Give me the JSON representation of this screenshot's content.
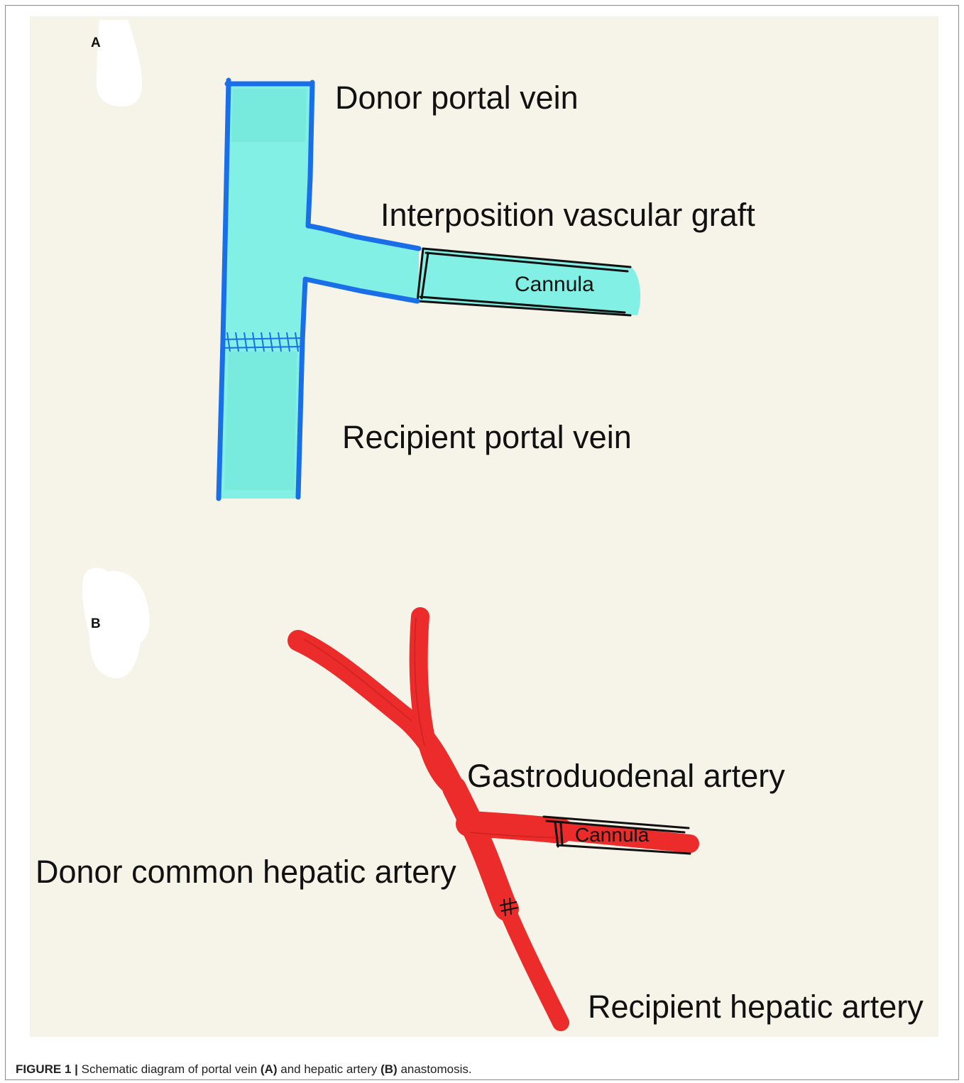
{
  "panels": {
    "a": {
      "letter": "A",
      "labels": {
        "donor_portal_vein": "Donor portal vein",
        "interposition_graft": "Interposition vascular graft",
        "cannula": "Cannula",
        "recipient_portal_vein": "Recipient portal vein"
      }
    },
    "b": {
      "letter": "B",
      "labels": {
        "gastroduodenal_artery": "Gastroduodenal artery",
        "cannula": "Cannula",
        "donor_common_hepatic_artery": "Donor common hepatic artery",
        "recipient_hepatic_artery": "Recipient hepatic artery"
      }
    }
  },
  "caption": {
    "figure_label": "FIGURE 1 |",
    "text_1": "Schematic diagram of portal vein",
    "ref_a": "(A)",
    "text_2": "and hepatic artery",
    "ref_b": "(B)",
    "text_3": "anastomosis."
  },
  "colors": {
    "background": "#f6f3e8",
    "vein_fill": "#82f0e4",
    "vein_outline": "#1a6fe8",
    "artery": "#ec2b2b",
    "cannula_outline": "#111111"
  }
}
